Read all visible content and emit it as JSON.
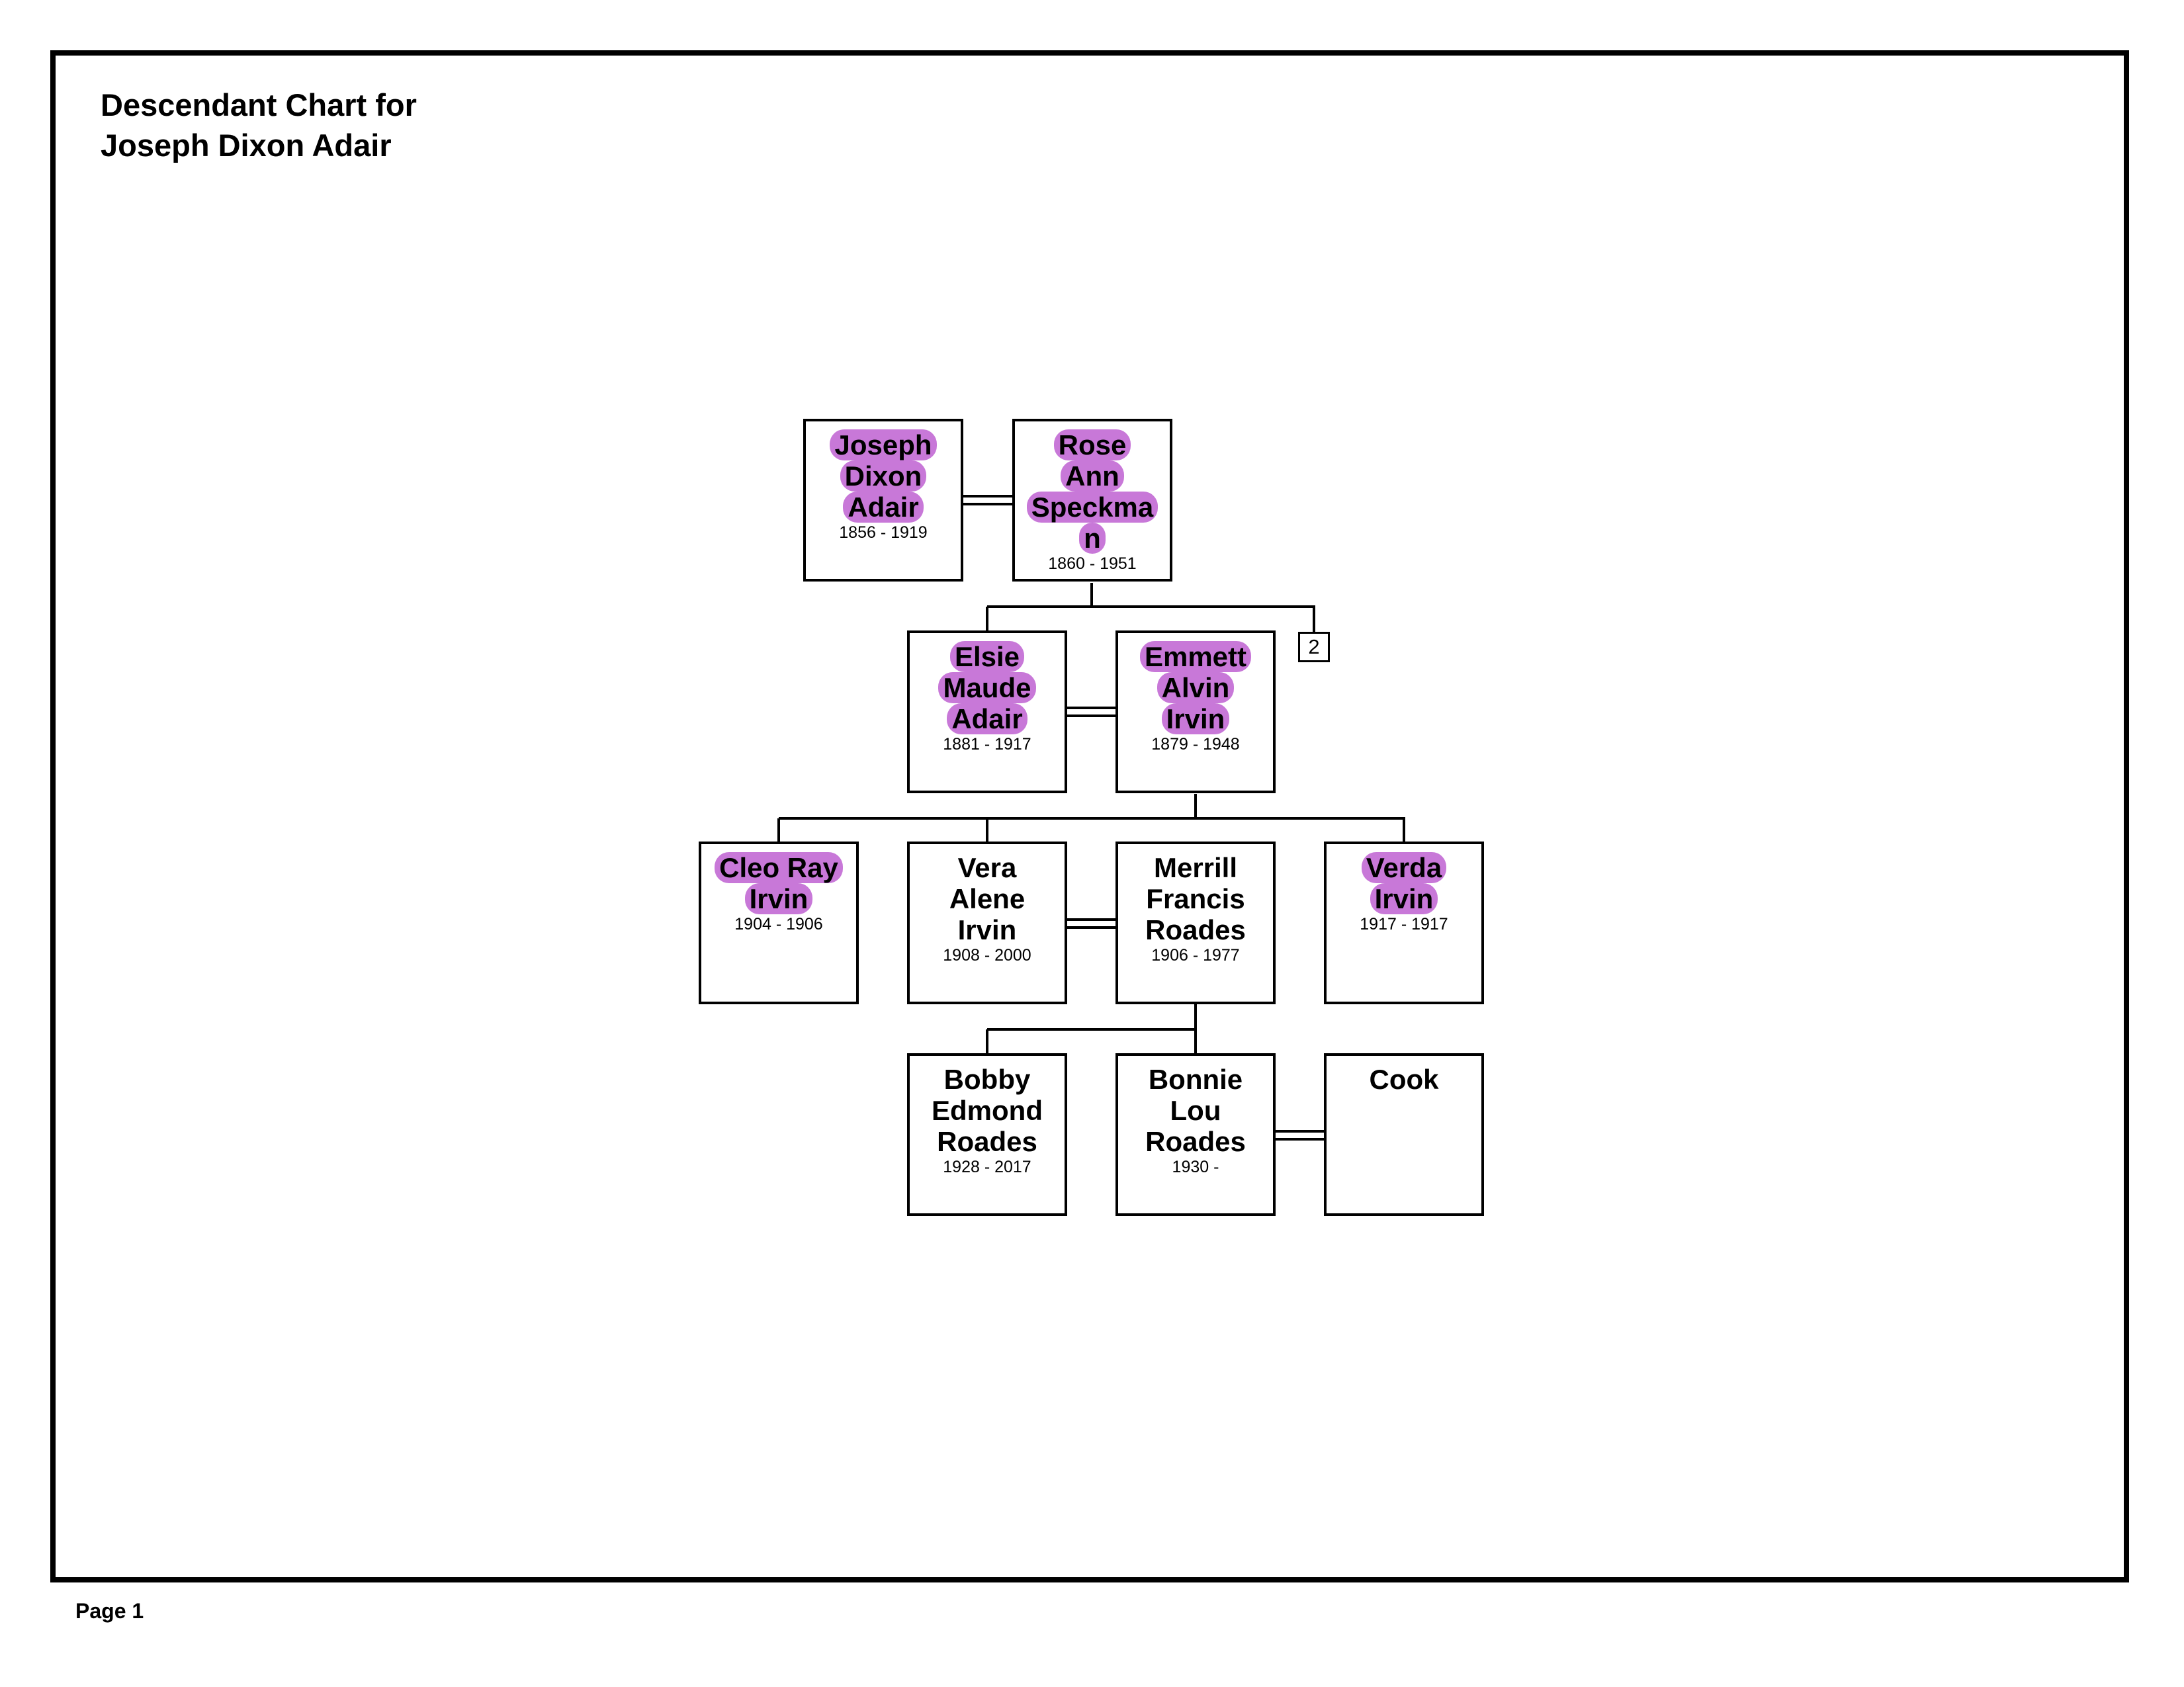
{
  "title": [
    "Descendant Chart for",
    "Joseph Dixon Adair"
  ],
  "footer": {
    "page_label": "Page 1"
  },
  "colors": {
    "highlight": "#c878d8",
    "line": "#000000"
  },
  "people": [
    {
      "id": "joseph",
      "name": [
        "Joseph",
        "Dixon",
        "Adair"
      ],
      "dates": "1856 - 1919",
      "highlighted": true
    },
    {
      "id": "rose",
      "name": [
        "Rose",
        "Ann",
        "Speckma",
        "n"
      ],
      "dates": "1860 - 1951",
      "highlighted": true
    },
    {
      "id": "elsie",
      "name": [
        "Elsie",
        "Maude",
        "Adair"
      ],
      "dates": "1881 - 1917",
      "highlighted": true
    },
    {
      "id": "emmett",
      "name": [
        "Emmett",
        "Alvin",
        "Irvin"
      ],
      "dates": "1879 - 1948",
      "highlighted": true
    },
    {
      "id": "cleo",
      "name": [
        "Cleo Ray",
        "Irvin"
      ],
      "dates": "1904 - 1906",
      "highlighted": true
    },
    {
      "id": "vera",
      "name": [
        "Vera",
        "Alene",
        "Irvin"
      ],
      "dates": "1908 - 2000",
      "highlighted": false
    },
    {
      "id": "merrill",
      "name": [
        "Merrill",
        "Francis",
        "Roades"
      ],
      "dates": "1906 - 1977",
      "highlighted": false
    },
    {
      "id": "verda",
      "name": [
        "Verda",
        "Irvin"
      ],
      "dates": "1917 - 1917",
      "highlighted": true
    },
    {
      "id": "bobby",
      "name": [
        "Bobby",
        "Edmond",
        "Roades"
      ],
      "dates": "1928 - 2017",
      "highlighted": false
    },
    {
      "id": "bonnie",
      "name": [
        "Bonnie",
        "Lou",
        "Roades"
      ],
      "dates": "1930 -",
      "highlighted": false
    },
    {
      "id": "cook",
      "name": [
        "Cook"
      ],
      "dates": "",
      "highlighted": false
    }
  ],
  "more_children_badge": "2"
}
